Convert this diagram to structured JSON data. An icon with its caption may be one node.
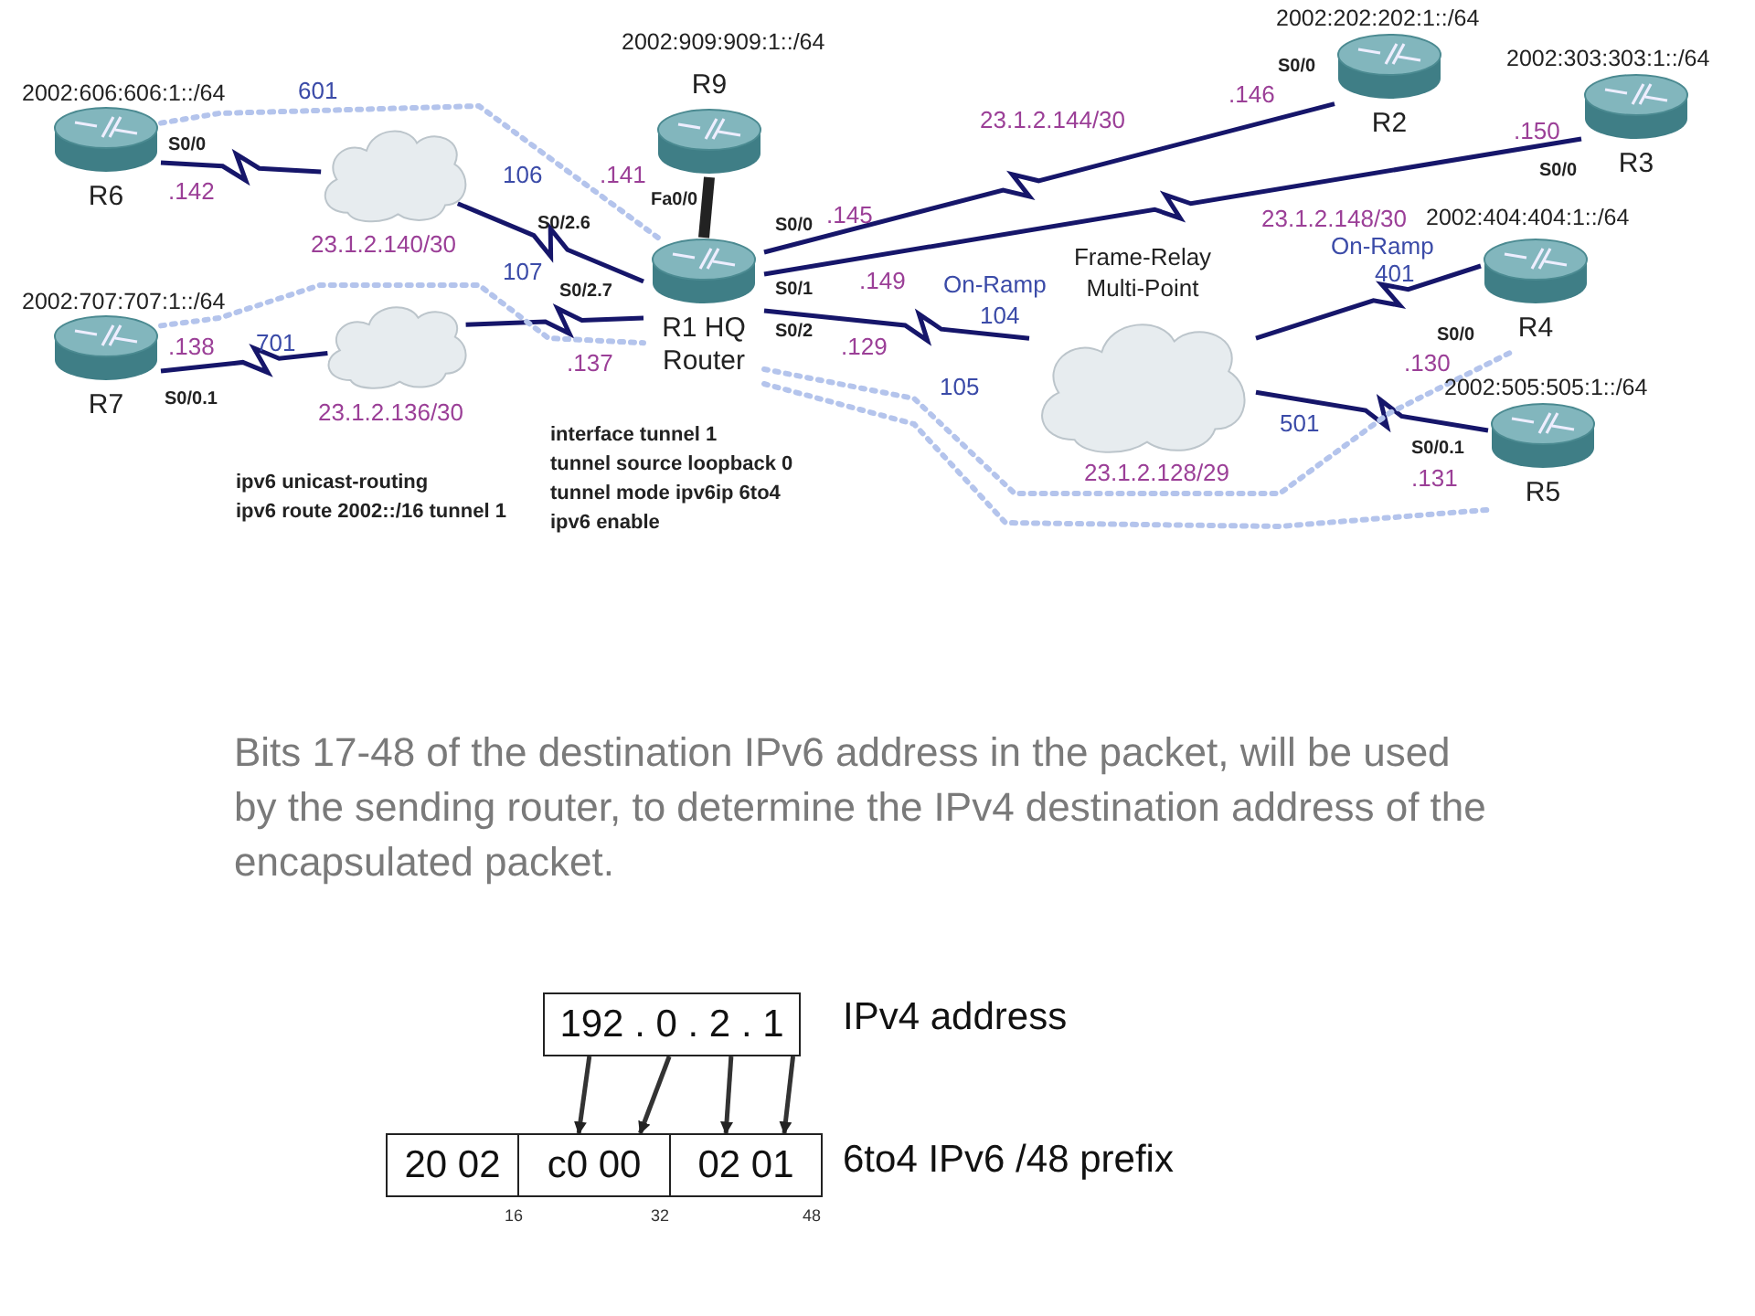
{
  "diagram": {
    "nodes": [
      {
        "text": [
          "R6"
        ],
        "beside": [
          "2002:606:606:1::/64"
        ]
      },
      {
        "text": [],
        "shape": "cloud",
        "beside": [
          "23.1.2.140/30"
        ]
      },
      {
        "text": [
          "R9"
        ],
        "beside": [
          "2002:909:909:1::/64"
        ]
      },
      {
        "text": [
          "R1 HQ Router"
        ]
      },
      {
        "text": [
          "R7"
        ],
        "beside": [
          "2002:707:707:1::/64"
        ]
      },
      {
        "text": [],
        "shape": "cloud",
        "beside": [
          "23.1.2.136/30"
        ]
      },
      {
        "text": [
          "R2"
        ],
        "beside": [
          "2002:202:202:1::/64"
        ]
      },
      {
        "text": [
          "R3"
        ],
        "beside": [
          "2002:303:303:1::/64"
        ]
      },
      {
        "text": [
          "Frame-Relay Multi-Point"
        ],
        "beside": [
          "23.1.2.128/29"
        ]
      },
      {
        "text": [
          "R4"
        ],
        "beside": [
          "2002:404:404:1::/64"
        ]
      },
      {
        "text": [
          "R5"
        ],
        "beside": [
          "2002:505:505:1::/64"
        ]
      },
      {
        "text": [
          "192 . 0 . 2 . 1"
        ]
      },
      {
        "text": [
          "20 02"
        ]
      },
      {
        "text": [
          "c0 00"
        ]
      },
      {
        "text": [
          "02 01"
        ]
      }
    ],
    "edges": [
      {
        "from": 0,
        "to": 1,
        "arrow": "none"
      },
      {
        "from": 1,
        "to": 3,
        "arrow": "none"
      },
      {
        "from": 4,
        "to": 5,
        "arrow": "none"
      },
      {
        "from": 5,
        "to": 3,
        "arrow": "none"
      },
      {
        "from": 2,
        "to": 3,
        "arrow": "none",
        "style": "thick",
        "color": "#222222"
      },
      {
        "from": 3,
        "to": 6,
        "arrow": "none"
      },
      {
        "from": 3,
        "to": 7,
        "arrow": "none"
      },
      {
        "from": 3,
        "to": 8,
        "arrow": "none"
      },
      {
        "from": 8,
        "to": 9,
        "arrow": "none"
      },
      {
        "from": 8,
        "to": 10,
        "arrow": "none"
      },
      {
        "from": 0,
        "to": 3,
        "arrow": "none",
        "style": "dashed",
        "color": "#b4c4ec"
      },
      {
        "from": 4,
        "to": 3,
        "arrow": "none",
        "style": "dashed",
        "color": "#b4c4ec"
      },
      {
        "from": 3,
        "to": 9,
        "arrow": "none",
        "style": "dashed",
        "color": "#b4c4ec"
      },
      {
        "from": 3,
        "to": 10,
        "arrow": "none",
        "style": "dashed",
        "color": "#b4c4ec"
      },
      {
        "from": 11,
        "to": 13,
        "arrow": "to",
        "color": "#333333"
      },
      {
        "from": 11,
        "to": 13,
        "arrow": "to",
        "color": "#333333"
      },
      {
        "from": 11,
        "to": 14,
        "arrow": "to",
        "color": "#333333"
      },
      {
        "from": 11,
        "to": 14,
        "arrow": "to",
        "color": "#333333"
      }
    ],
    "labels": [
      "S0/0",
      ".142",
      "601",
      "106",
      ".141",
      "S0/2.6",
      "Fa0/0",
      "701",
      ".138",
      "S0/0.1",
      "107",
      "S0/2.7",
      ".137",
      ".146",
      "S0/0",
      "23.1.2.144/30",
      ".145",
      "S0/0",
      "S0/1",
      ".149",
      ".150",
      "S0/0",
      "23.1.2.148/30",
      ".129",
      "S0/2",
      "On-Ramp",
      "104",
      "105",
      "On-Ramp",
      "401",
      "S0/0",
      ".130",
      "501",
      "S0/0.1",
      ".131",
      "ipv6 unicast-routing",
      "ipv6 route 2002::/16 tunnel 1",
      "interface tunnel 1",
      "tunnel source loopback 0",
      "tunnel mode ipv6ip 6to4",
      "ipv6 enable",
      "Bits 17-48 of the destination IPv6 address in the packet, will be used by the sending router, to determine the IPv4 destination address of the encapsulated packet.",
      "IPv4 address",
      "6to4 IPv6 /48 prefix",
      "16",
      "32",
      "48"
    ]
  }
}
